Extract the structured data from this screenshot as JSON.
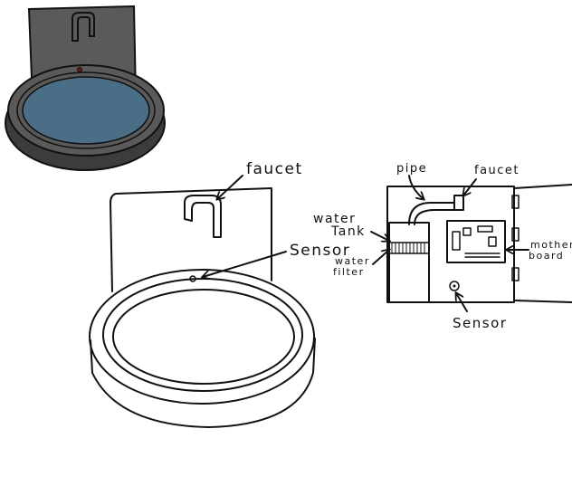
{
  "labels": {
    "faucet_main": "faucet",
    "sensor_main": "Sensor",
    "pipe": "pipe",
    "faucet_box": "faucet",
    "water_line1": "water",
    "water_line2": "Tank",
    "filter_line1": "water",
    "filter_line2": "filter",
    "mother_line1": "mother",
    "mother_line2": "board",
    "sensor_box": "Sensor"
  },
  "colors": {
    "ink": "#111111",
    "housing_fill": "#5a5a5a",
    "housing_dark": "#3c3c3c",
    "water_fill": "#4a6e86"
  }
}
